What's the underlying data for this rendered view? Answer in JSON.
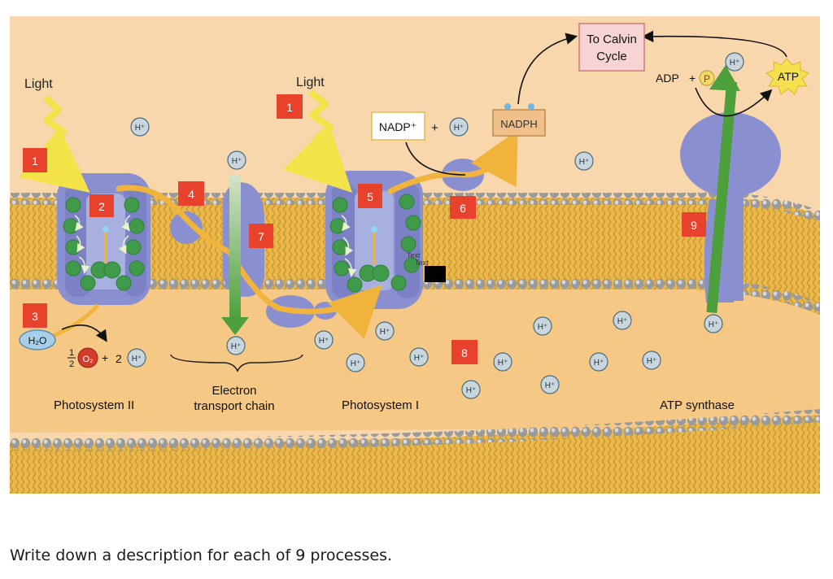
{
  "diagram": {
    "labels": {
      "light_left": "Light",
      "light_right": "Light",
      "photosystem_ii": "Photosystem II",
      "etc_line1": "Electron",
      "etc_line2": "transport chain",
      "photosystem_i": "Photosystem I",
      "atp_synthase": "ATP synthase",
      "calvin_line1": "To Calvin",
      "calvin_line2": "Cycle",
      "nadp": "NADP⁺",
      "nadph": "NADPH",
      "plus": "+",
      "adp": "ADP",
      "p": "P",
      "atp": "ATP",
      "h2o": "H₂O",
      "o2": "O₂",
      "two": "2",
      "half_num": "1",
      "half_den": "2",
      "text_placeholder1": "Text",
      "text_placeholder2": "Text",
      "proton": "H⁺"
    },
    "steps": [
      "1",
      "1",
      "2",
      "3",
      "4",
      "5",
      "6",
      "7",
      "8",
      "9"
    ]
  },
  "question": "Write down a description for each of 9 processes.",
  "colors": {
    "stroma": "#f8d7ad",
    "lumen": "#f5c985",
    "membrane": "#e8b84a",
    "protein": "#8a8fd0",
    "chlorophyll": "#3f9a4a",
    "arrow_orange": "#f0b43c",
    "step_box": "#e8412c",
    "proton": "#c9d6dd"
  }
}
